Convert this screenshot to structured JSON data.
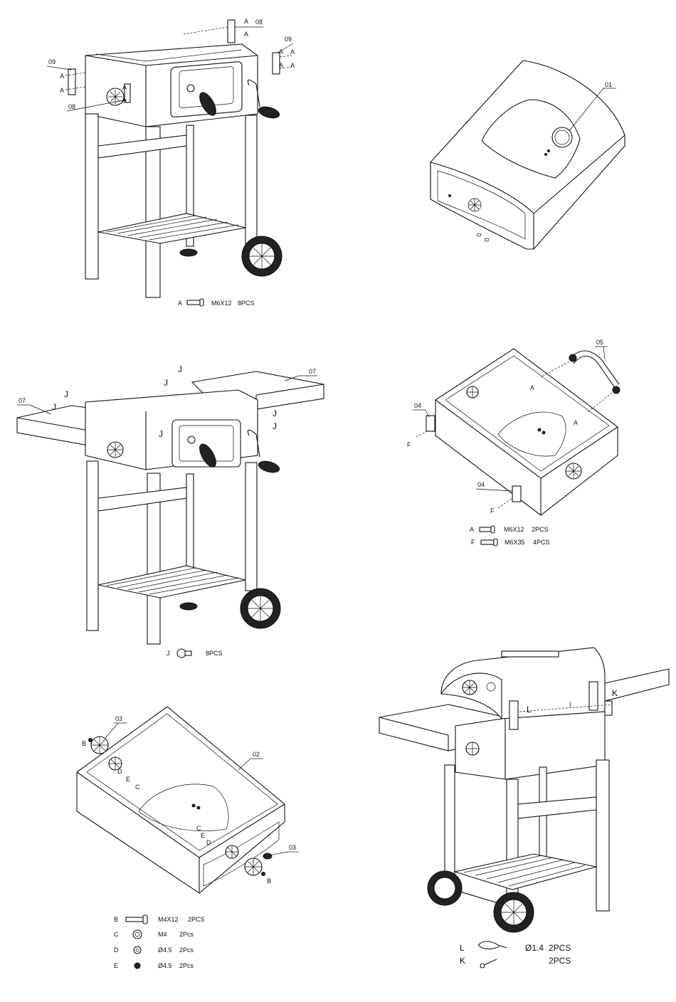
{
  "steps": [
    {
      "id": "step1",
      "callouts": [
        "08",
        "09",
        "09",
        "08"
      ],
      "screw_letters": [
        "A",
        "A",
        "A",
        "A",
        "A",
        "A",
        "A",
        "A",
        "A",
        "A"
      ],
      "hardware": [
        {
          "letter": "A",
          "spec": "M6X12",
          "qty": "8PCS"
        }
      ]
    },
    {
      "id": "step2",
      "callouts": [
        "01"
      ]
    },
    {
      "id": "step3",
      "callouts": [
        "07",
        "07"
      ],
      "screw_letters": [
        "J",
        "J",
        "J",
        "J",
        "J",
        "J",
        "J"
      ],
      "hardware": [
        {
          "letter": "J",
          "spec": "",
          "qty": "8PCS"
        }
      ]
    },
    {
      "id": "step4",
      "callouts": [
        "05",
        "04",
        "04"
      ],
      "screw_letters": [
        "A",
        "A",
        "F",
        "F"
      ],
      "hardware": [
        {
          "letter": "A",
          "spec": "M6X12",
          "qty": "2PCS"
        },
        {
          "letter": "F",
          "spec": "M6X35",
          "qty": "4PCS"
        }
      ]
    },
    {
      "id": "step5",
      "callouts": [
        "03",
        "02",
        "03"
      ],
      "screw_letters": [
        "B",
        "D",
        "E",
        "C",
        "C",
        "E",
        "D",
        "B"
      ],
      "hardware": [
        {
          "letter": "B",
          "spec": "M4X12",
          "qty": "2PCS"
        },
        {
          "letter": "C",
          "spec": "M4",
          "qty": "2Pcs"
        },
        {
          "letter": "D",
          "spec": "Ø4.5",
          "qty": "2Pcs"
        },
        {
          "letter": "E",
          "spec": "Ø4.5",
          "qty": "2Pcs"
        }
      ]
    },
    {
      "id": "step6",
      "screw_letters": [
        "L",
        "I",
        "K"
      ],
      "hardware": [
        {
          "letter": "L",
          "spec": "Ø1.4",
          "qty": "2PCS"
        },
        {
          "letter": "K",
          "spec": "",
          "qty": "2PCS"
        }
      ]
    }
  ]
}
